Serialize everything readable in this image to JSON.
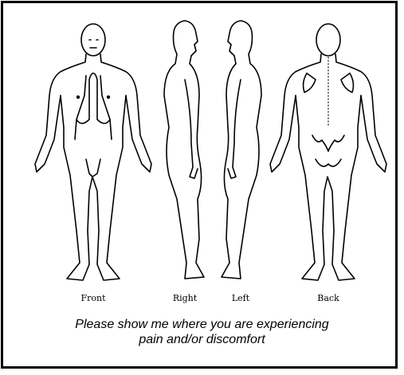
{
  "labels": {
    "front": "Front",
    "right": "Right",
    "left": "Left",
    "back": "Back"
  },
  "instruction": {
    "line1": "Please show me where you are experiencing",
    "line2": "pain and/or discomfort"
  }
}
